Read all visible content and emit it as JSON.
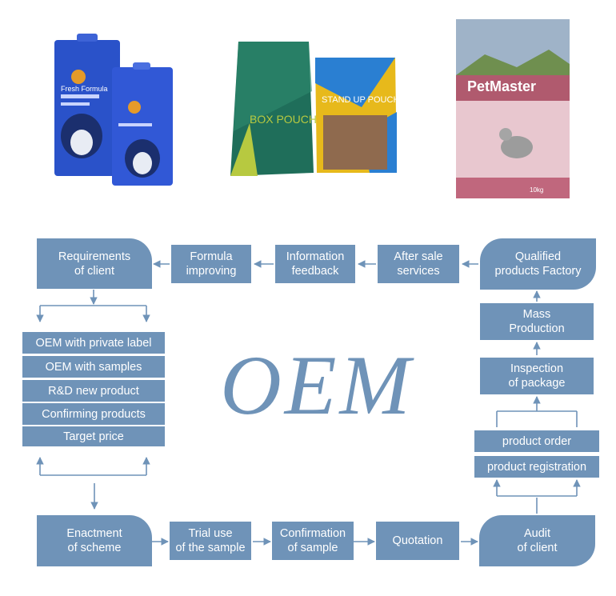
{
  "products": {
    "dog_bag_text": "Fresh Formula",
    "pouch_text": "BOX POUCH",
    "standup_text": "STAND UP POUCH",
    "pet_brand": "PetMaster",
    "pet_weight": "10kg"
  },
  "center_label": "OEM",
  "steps": {
    "requirements": "Requirements\nof client",
    "formula": "Formula\nimproving",
    "information": "Information\nfeedback",
    "after_sale": "After sale\nservices",
    "qualified": "Qualified\nproducts Factory",
    "mass_production": "Mass\nProduction",
    "inspection": "Inspection\nof package",
    "product_order": "product order",
    "product_registration": "product registration",
    "audit": "Audit\nof client",
    "quotation": "Quotation",
    "confirmation": "Confirmation\nof sample",
    "trial": "Trial use\nof the sample",
    "enactment": "Enactment\nof scheme"
  },
  "options": [
    "OEM with private label",
    "OEM with samples",
    "R&D new product",
    "Confirming products",
    "Target price"
  ],
  "colors": {
    "box": "#6f93b8",
    "arrow": "#6f93b8",
    "text": "#ffffff"
  }
}
